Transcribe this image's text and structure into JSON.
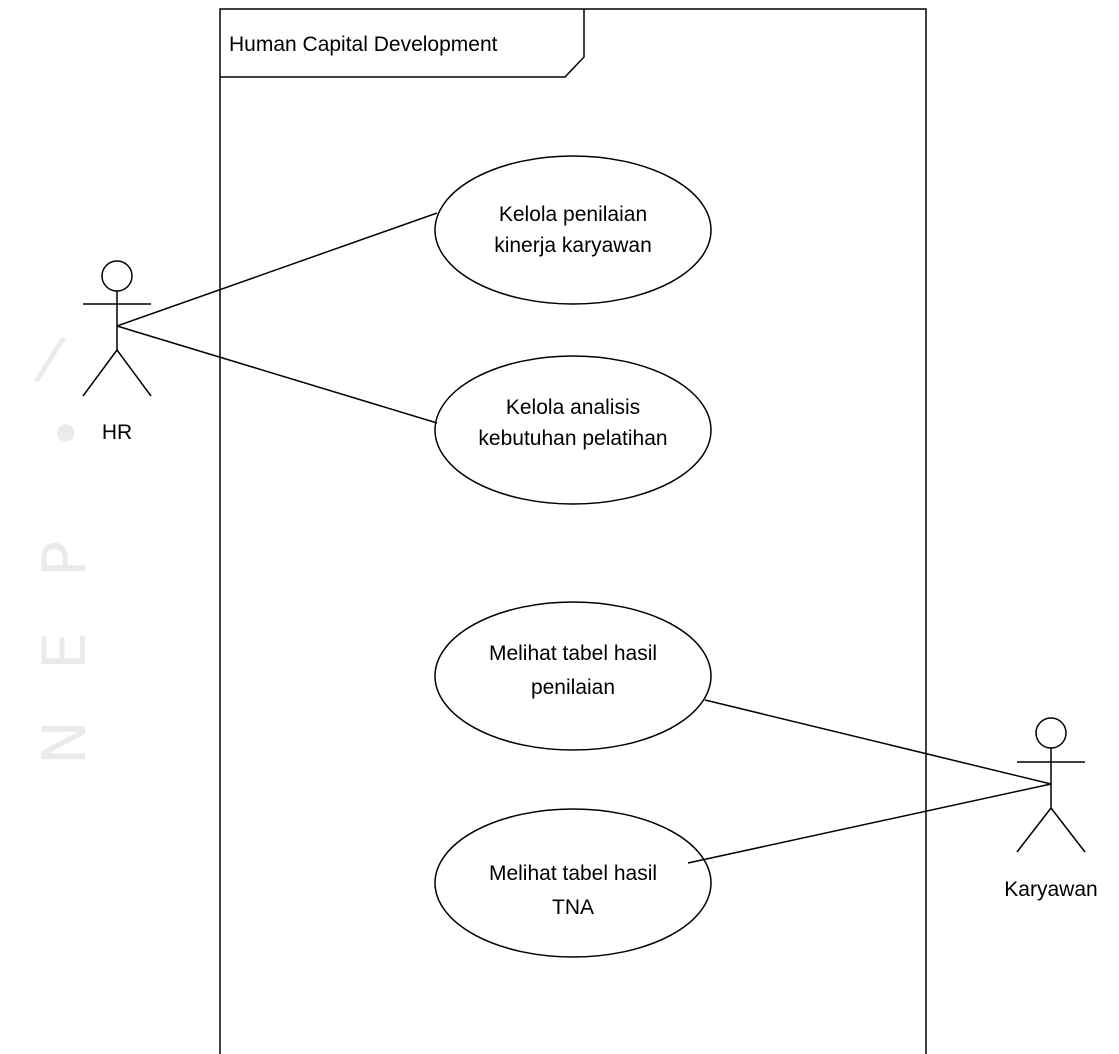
{
  "system": {
    "title": "Human Capital Development"
  },
  "actors": [
    {
      "id": "hr",
      "name": "HR"
    },
    {
      "id": "karyawan",
      "name": "Karyawan"
    }
  ],
  "use_cases": [
    {
      "id": "uc1",
      "lines": [
        "Kelola penilaian",
        "kinerja karyawan"
      ]
    },
    {
      "id": "uc2",
      "lines": [
        "Kelola analisis",
        "kebutuhan pelatihan"
      ]
    },
    {
      "id": "uc3",
      "lines": [
        "Melihat tabel hasil",
        "penilaian"
      ]
    },
    {
      "id": "uc4",
      "lines": [
        "Melihat tabel hasil",
        "TNA"
      ]
    }
  ],
  "associations": [
    {
      "actor": "hr",
      "use_case": "uc1"
    },
    {
      "actor": "hr",
      "use_case": "uc2"
    },
    {
      "actor": "karyawan",
      "use_case": "uc3"
    },
    {
      "actor": "karyawan",
      "use_case": "uc4"
    }
  ],
  "watermark": [
    "/",
    "•",
    "P",
    "E",
    "N"
  ]
}
